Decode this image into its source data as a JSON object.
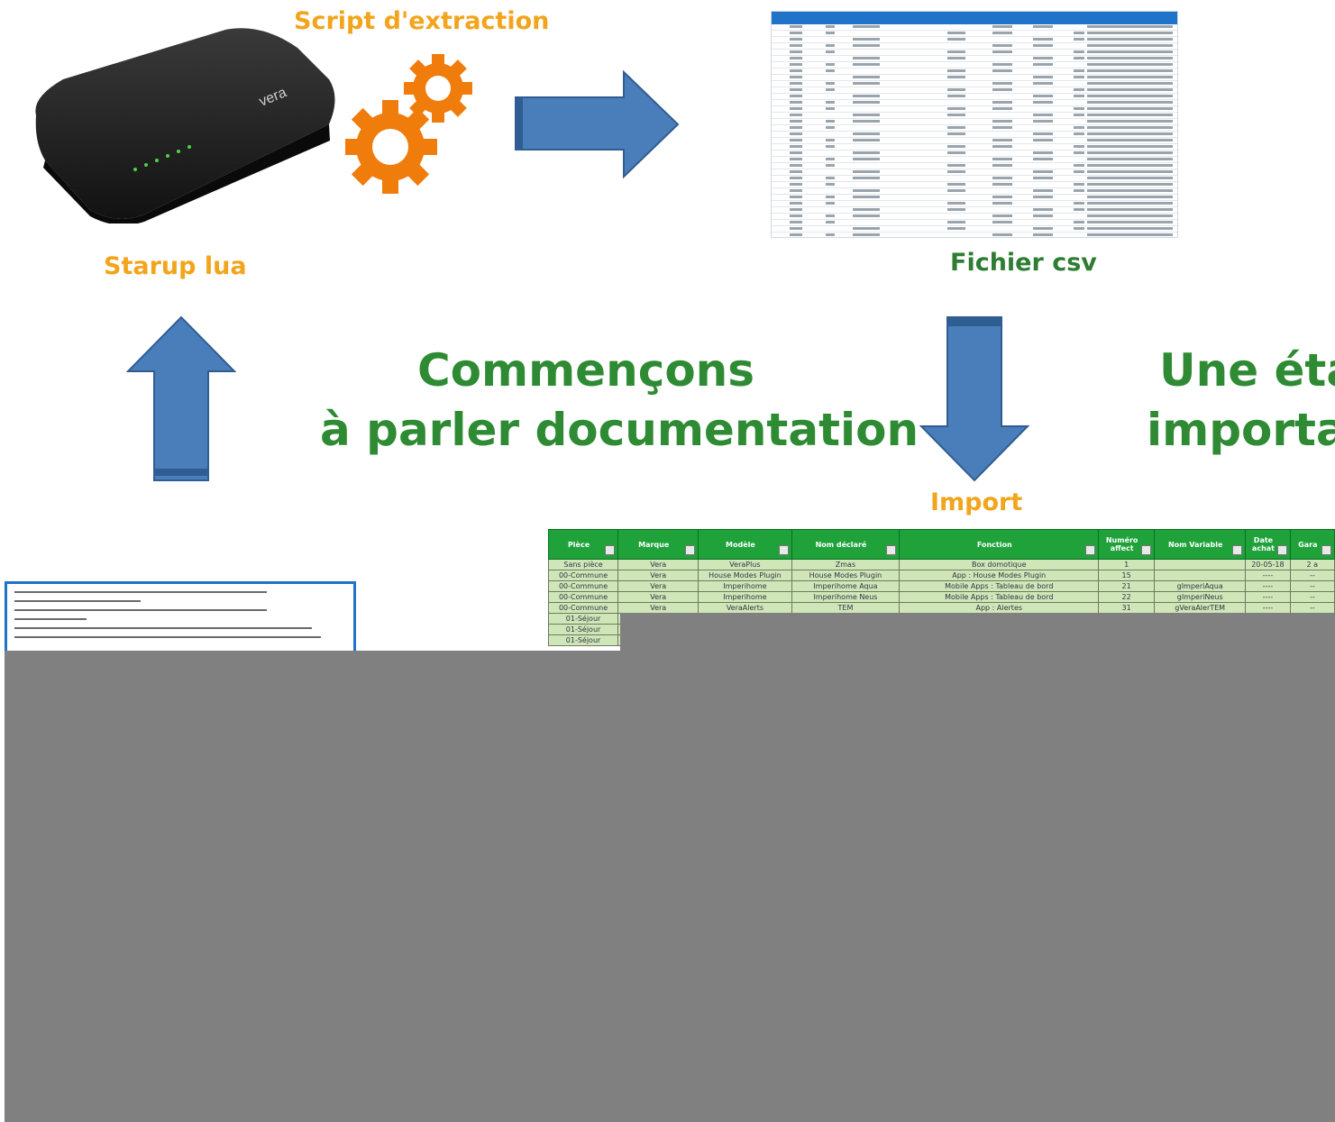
{
  "labels": {
    "script": "Script d'extraction",
    "starup": "Starup lua",
    "fichier": "Fichier csv",
    "import": "Import"
  },
  "headline_left": {
    "line1": "Commençons",
    "line2": "à parler documentation"
  },
  "headline_right": {
    "line1": "Une étap",
    "line2": "importar"
  },
  "table": {
    "headers": [
      "Pièce",
      "Marque",
      "Modèle",
      "Nom déclaré",
      "Fonction",
      "Numéro affect",
      "Nom Variable",
      "Date achat",
      "Gara"
    ],
    "rows": [
      [
        "Sans pièce",
        "Vera",
        "VeraPlus",
        "Zmas",
        "Box domotique",
        "1",
        "",
        "20-05-18",
        "2 a"
      ],
      [
        "00-Commune",
        "Vera",
        "House Modes Plugin",
        "House Modes Plugin",
        "App : House Modes Plugin",
        "15",
        "",
        "----",
        "--"
      ],
      [
        "00-Commune",
        "Vera",
        "Imperihome",
        "Imperihome Aqua",
        "Mobile Apps : Tableau de bord",
        "21",
        "gImperiAqua",
        "----",
        "--"
      ],
      [
        "00-Commune",
        "Vera",
        "Imperihome",
        "Imperihome Neus",
        "Mobile Apps : Tableau de bord",
        "22",
        "gImperiNeus",
        "----",
        "--"
      ],
      [
        "00-Commune",
        "Vera",
        "VeraAlerts",
        "TEM",
        "App : Alertes",
        "31",
        "gVeraAlerTEM",
        "----",
        "--"
      ],
      [
        "01-Séjour",
        "",
        "",
        "",
        "",
        "",
        "",
        "",
        ""
      ],
      [
        "01-Séjour",
        "",
        "",
        "",
        "",
        "",
        "",
        "",
        ""
      ],
      [
        "01-Séjour",
        "",
        "",
        "",
        "",
        "",
        "",
        "",
        ""
      ]
    ]
  },
  "colors": {
    "arrow": "#4a7ebb",
    "gear": "#f07c0c",
    "label_orange": "#f2a51c",
    "label_green": "#2e7d32",
    "table_header": "#1fa23a",
    "table_cell": "#cfe7b8",
    "mask": "#808080"
  },
  "icons": [
    "router-device",
    "gear-icon",
    "arrow-right-icon",
    "arrow-down-icon",
    "arrow-up-icon"
  ]
}
